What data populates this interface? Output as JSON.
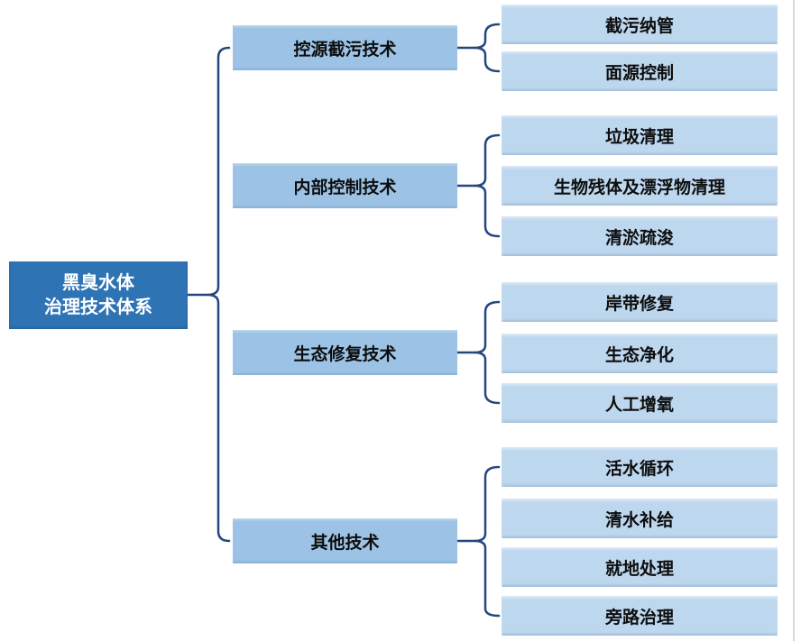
{
  "colors": {
    "root_fill": "#2e74b5",
    "branch_fill": "#9cc3e5",
    "leaf_fill": "#bdd7ee",
    "connector": "#24477e",
    "text_dark": "#0d0d0d",
    "text_light": "#ffffff"
  },
  "diagram": {
    "root": {
      "label": "黑臭水体\n治理技术体系"
    },
    "branches": [
      {
        "label": "控源截污技术",
        "children": [
          "截污纳管",
          "面源控制"
        ]
      },
      {
        "label": "内部控制技术",
        "children": [
          "垃圾清理",
          "生物残体及漂浮物清理",
          "清淤疏浚"
        ]
      },
      {
        "label": "生态修复技术",
        "children": [
          "岸带修复",
          "生态净化",
          "人工增氧"
        ]
      },
      {
        "label": "其他技术",
        "children": [
          "活水循环",
          "清水补给",
          "就地处理",
          "旁路治理"
        ]
      }
    ]
  }
}
